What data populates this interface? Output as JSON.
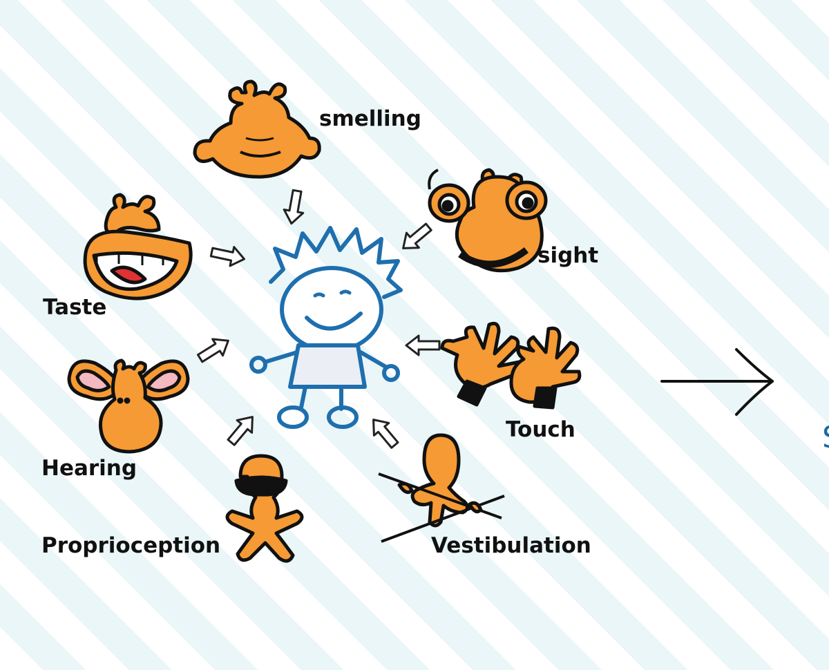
{
  "colors": {
    "creature_fill": "#f59a34",
    "creature_stroke": "#111111",
    "child_stroke": "#1f6fae",
    "child_body_fill": "#eceef5",
    "accent_text": "#1a6aa6"
  },
  "senses": [
    {
      "key": "smelling",
      "label": "smelling",
      "icon": "smelling-creature-icon"
    },
    {
      "key": "sight",
      "label": "sight",
      "icon": "sight-creature-icon"
    },
    {
      "key": "taste",
      "label": "Taste",
      "icon": "taste-creature-icon"
    },
    {
      "key": "hearing",
      "label": "Hearing",
      "icon": "hearing-creature-icon"
    },
    {
      "key": "touch",
      "label": "Touch",
      "icon": "touch-hands-icon"
    },
    {
      "key": "proprioception",
      "label": "Proprioception",
      "icon": "proprioception-creature-icon"
    },
    {
      "key": "vestibulation",
      "label": "Vestibulation",
      "icon": "vestibulation-creature-icon"
    }
  ],
  "center_figure": "child-figure-icon",
  "clipped_text": "S",
  "result_arrow": "right-arrow-icon"
}
